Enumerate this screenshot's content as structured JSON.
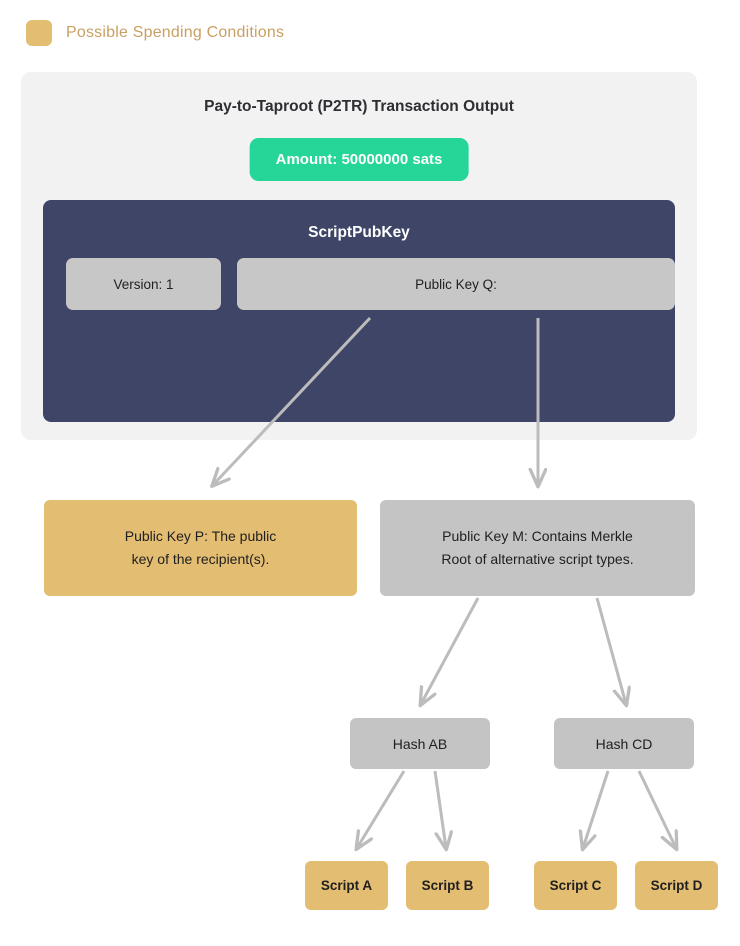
{
  "legend": {
    "swatch_color": "#e3bd72",
    "label": "Possible Spending Conditions"
  },
  "card": {
    "title": "Pay-to-Taproot (P2TR) Transaction Output",
    "background": "#f2f2f2",
    "amount_badge": {
      "label": "Amount: 50000000 sats",
      "color": "#26d699"
    },
    "scriptpubkey": {
      "title": "ScriptPubKey",
      "background": "#3f4567",
      "fields": [
        {
          "label": "Version: 1"
        },
        {
          "label": "Public Key Q:"
        }
      ]
    }
  },
  "tree": {
    "pubkey_p": {
      "line1": "Public Key P: The public",
      "line2": "key of the recipient(s).",
      "color": "#e3bd72"
    },
    "pubkey_m": {
      "line1": "Public Key M: Contains Merkle",
      "line2": "Root of alternative script types.",
      "color": "#c4c4c4"
    },
    "hashes": [
      {
        "label": "Hash AB",
        "color": "#c4c4c4"
      },
      {
        "label": "Hash CD",
        "color": "#c4c4c4"
      }
    ],
    "scripts": [
      {
        "label": "Script A",
        "color": "#e3bd72"
      },
      {
        "label": "Script B",
        "color": "#e3bd72"
      },
      {
        "label": "Script C",
        "color": "#e3bd72"
      },
      {
        "label": "Script D",
        "color": "#e3bd72"
      }
    ],
    "arrow_color": "#bcbcbc"
  }
}
